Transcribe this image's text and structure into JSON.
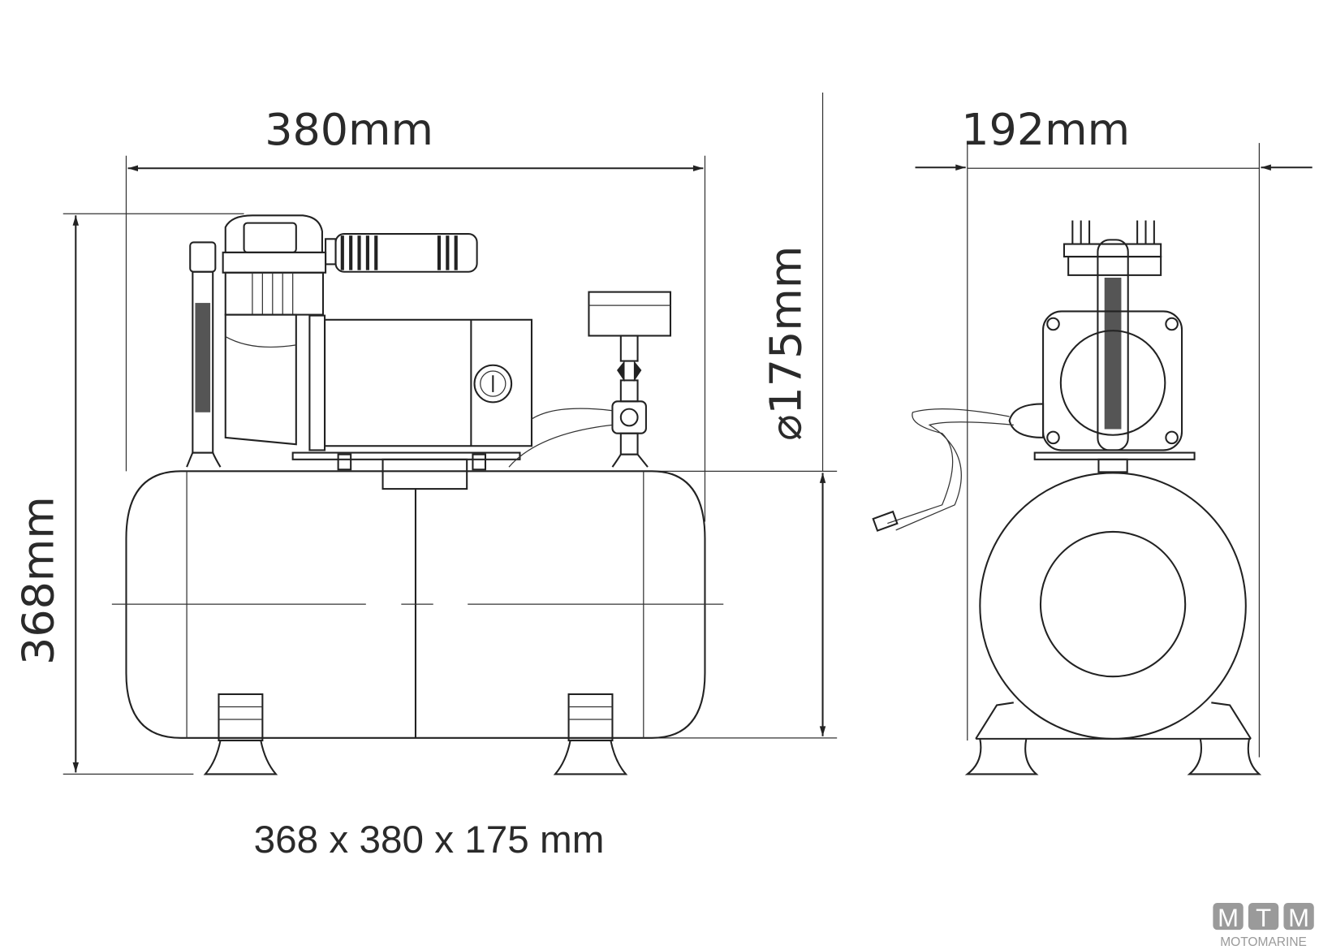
{
  "dimensions": {
    "width_label": "380mm",
    "height_label": "368mm",
    "diameter_label": "175mm",
    "diameter_symbol": "⌀",
    "side_width_label": "192mm",
    "overall_caption": "368 x 380 x 175 mm"
  },
  "logo": {
    "letters": [
      "M",
      "T",
      "M"
    ],
    "name": "MOTOMARINE",
    "color": "#9a9a9a"
  }
}
